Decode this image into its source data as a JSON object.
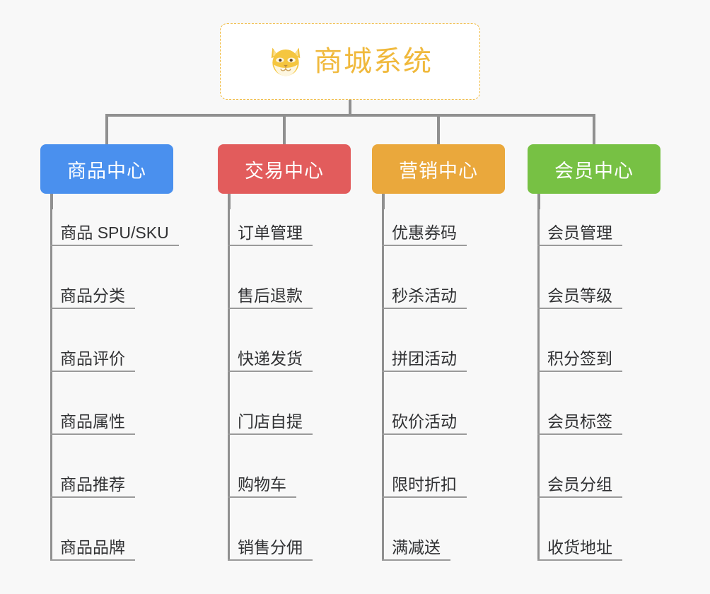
{
  "root": {
    "title": "商城系统",
    "icon": "shiba-dog-icon",
    "border_color": "#f0b93c",
    "text_color": "#f0b93c",
    "background": "#ffffff"
  },
  "page": {
    "background": "#f8f8f8",
    "connector_color": "#909090",
    "leaf_text_color": "#303133",
    "leaf_rule_color": "#9a9a9a"
  },
  "categories": [
    {
      "label": "商品中心",
      "color": "#4a90ee",
      "items": [
        "商品 SPU/SKU",
        "商品分类",
        "商品评价",
        "商品属性",
        "商品推荐",
        "商品品牌"
      ]
    },
    {
      "label": "交易中心",
      "color": "#e25c5c",
      "items": [
        "订单管理",
        "售后退款",
        "快递发货",
        "门店自提",
        "购物车",
        "销售分佣"
      ]
    },
    {
      "label": "营销中心",
      "color": "#eaa83c",
      "items": [
        "优惠券码",
        "秒杀活动",
        "拼团活动",
        "砍价活动",
        "限时折扣",
        "满减送"
      ]
    },
    {
      "label": "会员中心",
      "color": "#77c144",
      "items": [
        "会员管理",
        "会员等级",
        "积分签到",
        "会员标签",
        "会员分组",
        "收货地址"
      ]
    }
  ]
}
